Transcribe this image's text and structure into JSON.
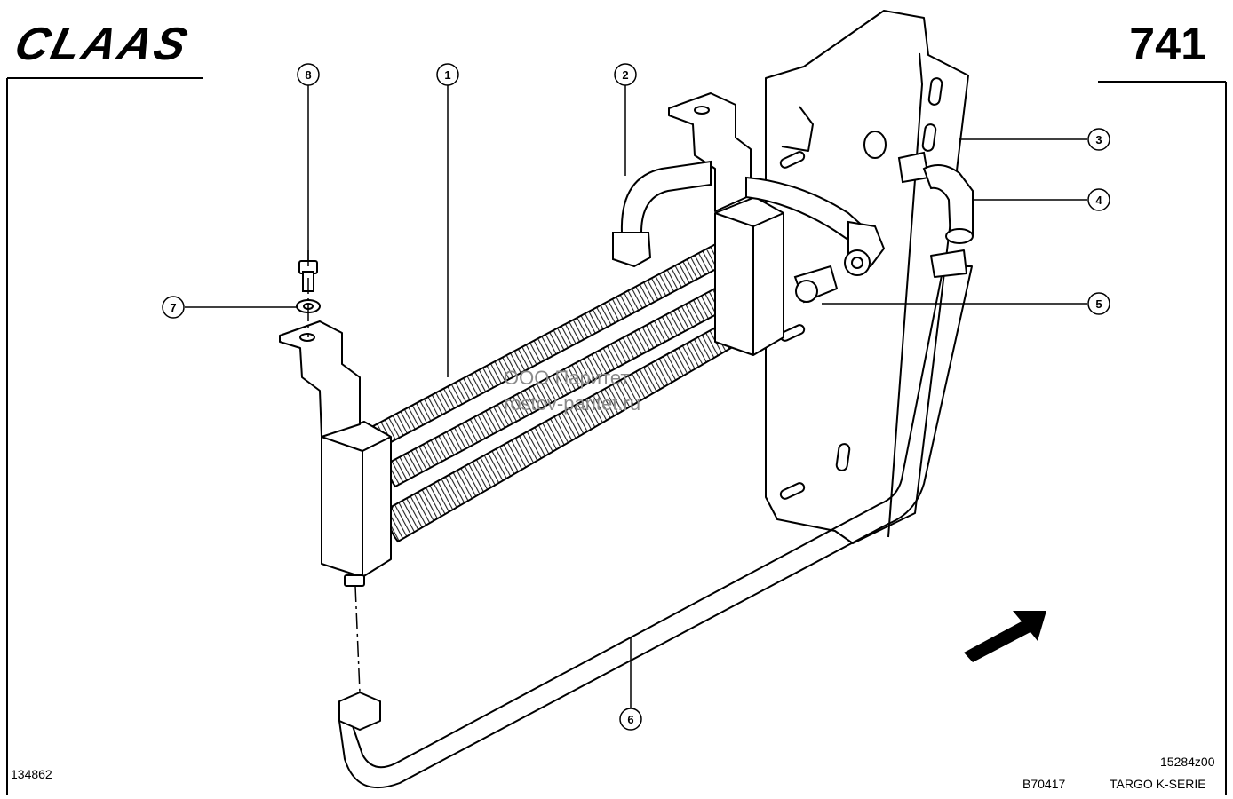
{
  "header": {
    "brand": "CLAAS",
    "page_number": "741"
  },
  "callouts": [
    {
      "id": "callout-1",
      "label": "1"
    },
    {
      "id": "callout-2",
      "label": "2"
    },
    {
      "id": "callout-3",
      "label": "3"
    },
    {
      "id": "callout-4",
      "label": "4"
    },
    {
      "id": "callout-5",
      "label": "5"
    },
    {
      "id": "callout-6",
      "label": "6"
    },
    {
      "id": "callout-7",
      "label": "7"
    },
    {
      "id": "callout-8",
      "label": "8"
    }
  ],
  "watermark": {
    "line1": "ООО Паритет",
    "line2": "rostov-paritet.ru"
  },
  "footer": {
    "left_code": "134862",
    "drawing_code": "15284z00",
    "ref_code": "B70417",
    "series": "TARGO K-SERIE"
  }
}
